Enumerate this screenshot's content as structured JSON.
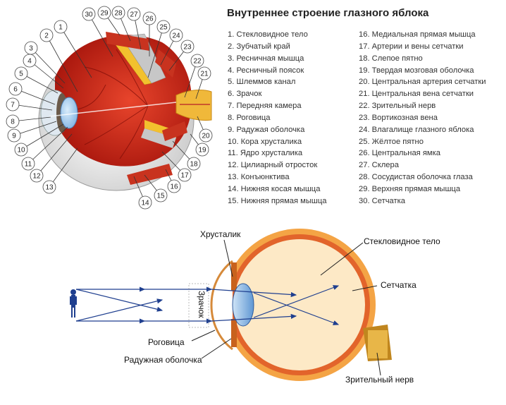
{
  "title": "Внутреннее строение глазного яблока",
  "legend_left": [
    "1. Стекловидное тело",
    "2. Зубчатый край",
    "3. Ресничная мышца",
    "4. Ресничный поясок",
    "5. Шлеммов канал",
    "6. Зрачок",
    "7. Передняя камера",
    "8. Роговица",
    "9. Радужая оболочка",
    "10. Кора хрусталика",
    "11. Ядро хрусталика",
    "12. Цилиарный отросток",
    "13. Конъюнктива",
    "14. Нижняя косая мышца",
    "15. Нижняя прямая мышца"
  ],
  "legend_right": [
    "16. Медиальная прямая мышца",
    "17. Артерии и вены сетчатки",
    "18. Слепое пятно",
    "19. Твердая мозговая оболочка",
    "20. Центральная артерия сетчатки",
    "21. Центральная вена сетчатки",
    "22. Зрительный нерв",
    "23. Вортикозная вена",
    "24. Влагалище глазного яблока",
    "25. Жёлтое пятно",
    "26. Центральная ямка",
    "27. Склера",
    "28. Сосудистая оболочка глаза",
    "29. Верхняя прямая мышца",
    "30. Сетчатка"
  ],
  "callout_numbers": [
    "1",
    "2",
    "3",
    "4",
    "5",
    "6",
    "7",
    "8",
    "9",
    "10",
    "11",
    "12",
    "13",
    "14",
    "15",
    "16",
    "17",
    "18",
    "19",
    "20",
    "21",
    "22",
    "23",
    "24",
    "25",
    "26",
    "27",
    "28",
    "29",
    "30"
  ],
  "bottom_labels": {
    "lens": "Хрусталик",
    "vitreous": "Стекловидное тело",
    "retina": "Сетчатка",
    "cornea": "Роговица",
    "iris": "Радужная оболочка",
    "optic_nerve": "Зрительный нерв",
    "pupil": "Зрачок"
  },
  "colors": {
    "sclera": "#eeeeee",
    "choroid": "#d12a1a",
    "muscle": "#c8331f",
    "nerve": "#f0b83a",
    "lens": "#6ea8e0",
    "ray": "#1f3f8f",
    "bottom_orange": "#f4a445"
  }
}
